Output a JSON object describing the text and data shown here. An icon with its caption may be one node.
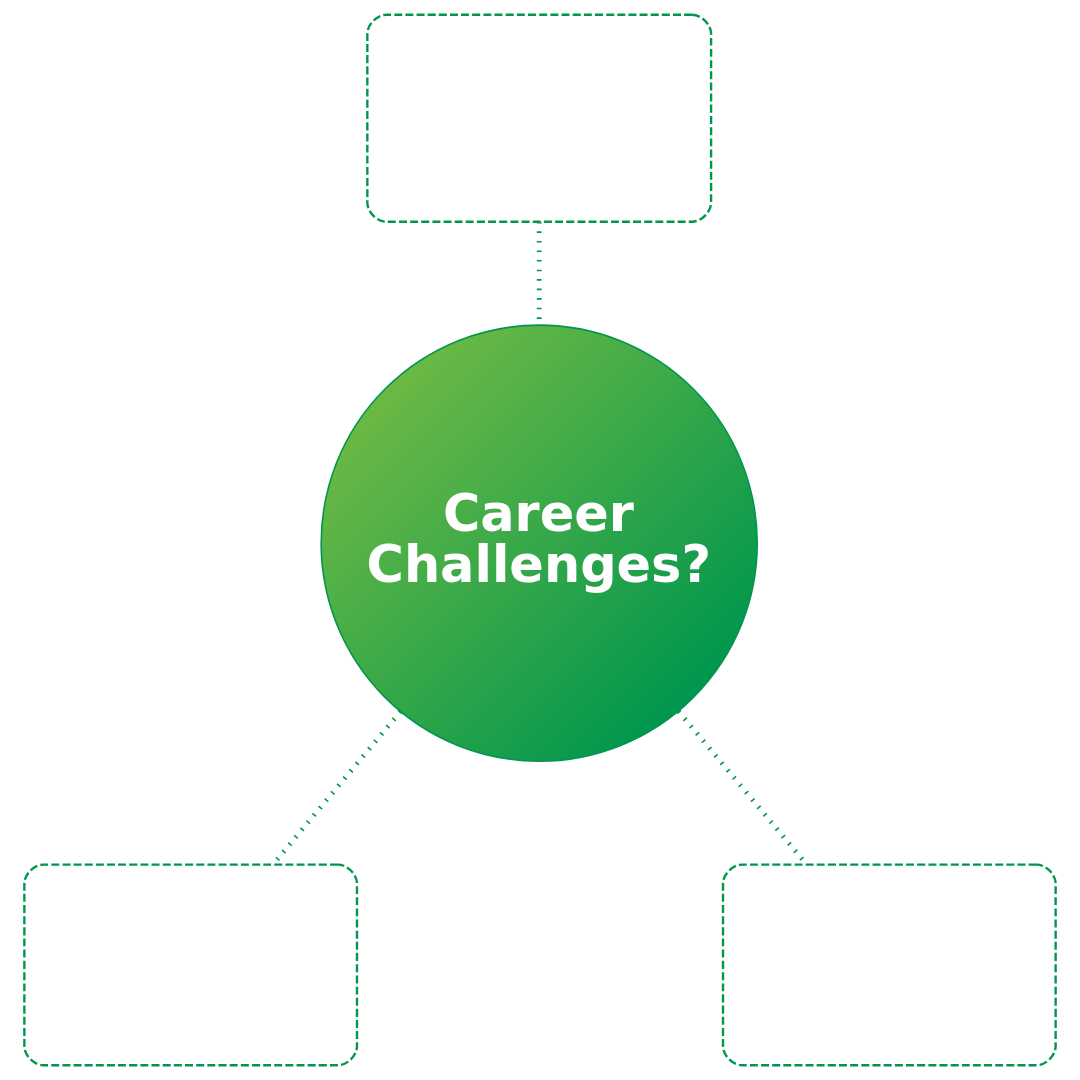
{
  "diagram": {
    "nodes": [
      {
        "text": [],
        "shape": "box"
      },
      {
        "text": [
          "Career Challenges?"
        ]
      },
      {
        "text": [],
        "shape": "box"
      },
      {
        "text": [],
        "shape": "box"
      }
    ],
    "edges": [
      {
        "from": 0,
        "to": 1,
        "arrow": "none"
      },
      {
        "from": 1,
        "to": 2,
        "arrow": "none"
      },
      {
        "from": 1,
        "to": 3,
        "arrow": "none"
      }
    ]
  }
}
